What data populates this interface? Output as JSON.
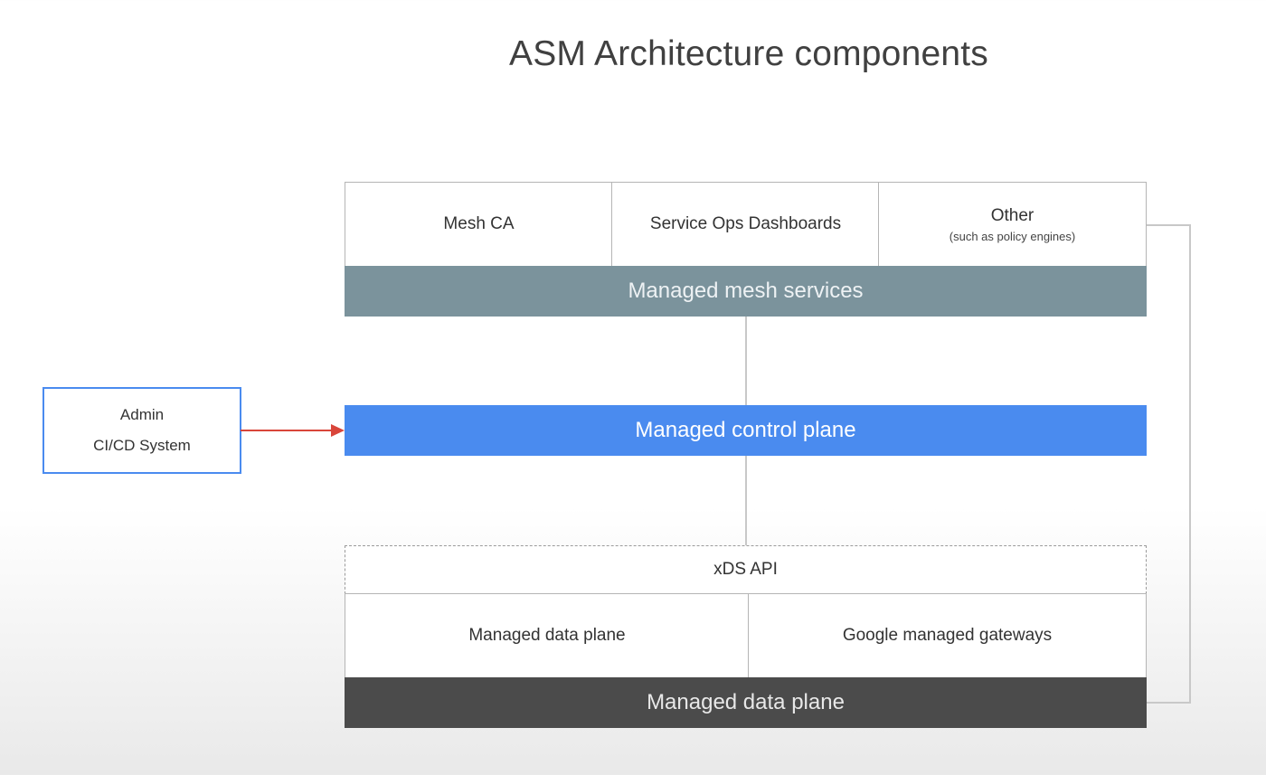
{
  "title": "ASM Architecture components",
  "services": {
    "cells": [
      {
        "label": "Mesh CA",
        "sub": ""
      },
      {
        "label": "Service Ops Dashboards",
        "sub": ""
      },
      {
        "label": "Other",
        "sub": "(such as policy engines)"
      }
    ],
    "band_label": "Managed mesh services",
    "band_color": "#7b939c"
  },
  "control": {
    "band_label": "Managed control plane",
    "band_color": "#4a8bef"
  },
  "admin": {
    "line1": "Admin",
    "line2": "CI/CD System",
    "border_color": "#4a8bef",
    "arrow_color": "#d9453a"
  },
  "data": {
    "api_label": "xDS API",
    "cells": [
      {
        "label": "Managed data plane"
      },
      {
        "label": "Google managed gateways"
      }
    ],
    "band_label": "Managed data plane",
    "band_color": "#4b4b4b"
  }
}
